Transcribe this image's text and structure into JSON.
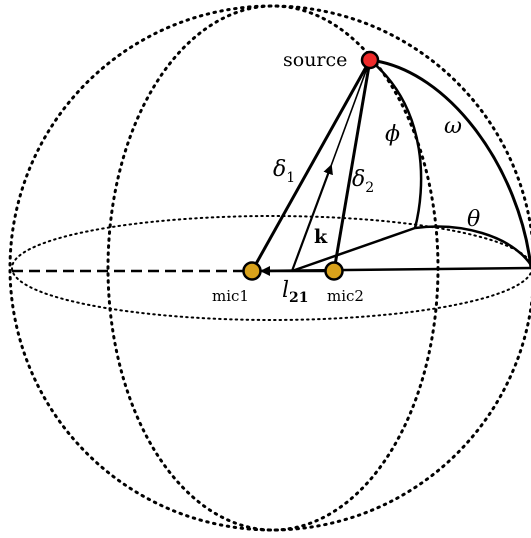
{
  "diagram": {
    "labels": {
      "source": "source",
      "mic1": "mic1",
      "mic2": "mic2",
      "omega": "ω",
      "phi": "ϕ",
      "theta": "θ",
      "delta1_main": "δ",
      "delta1_sub": "1",
      "delta2_main": "δ",
      "delta2_sub": "2",
      "k": "k",
      "l21_main": "l",
      "l21_sub": "21"
    },
    "colors": {
      "line": "#000000",
      "source_fill": "#ee2a2a",
      "mic_fill": "#d9a21b",
      "background": "#ffffff"
    }
  }
}
